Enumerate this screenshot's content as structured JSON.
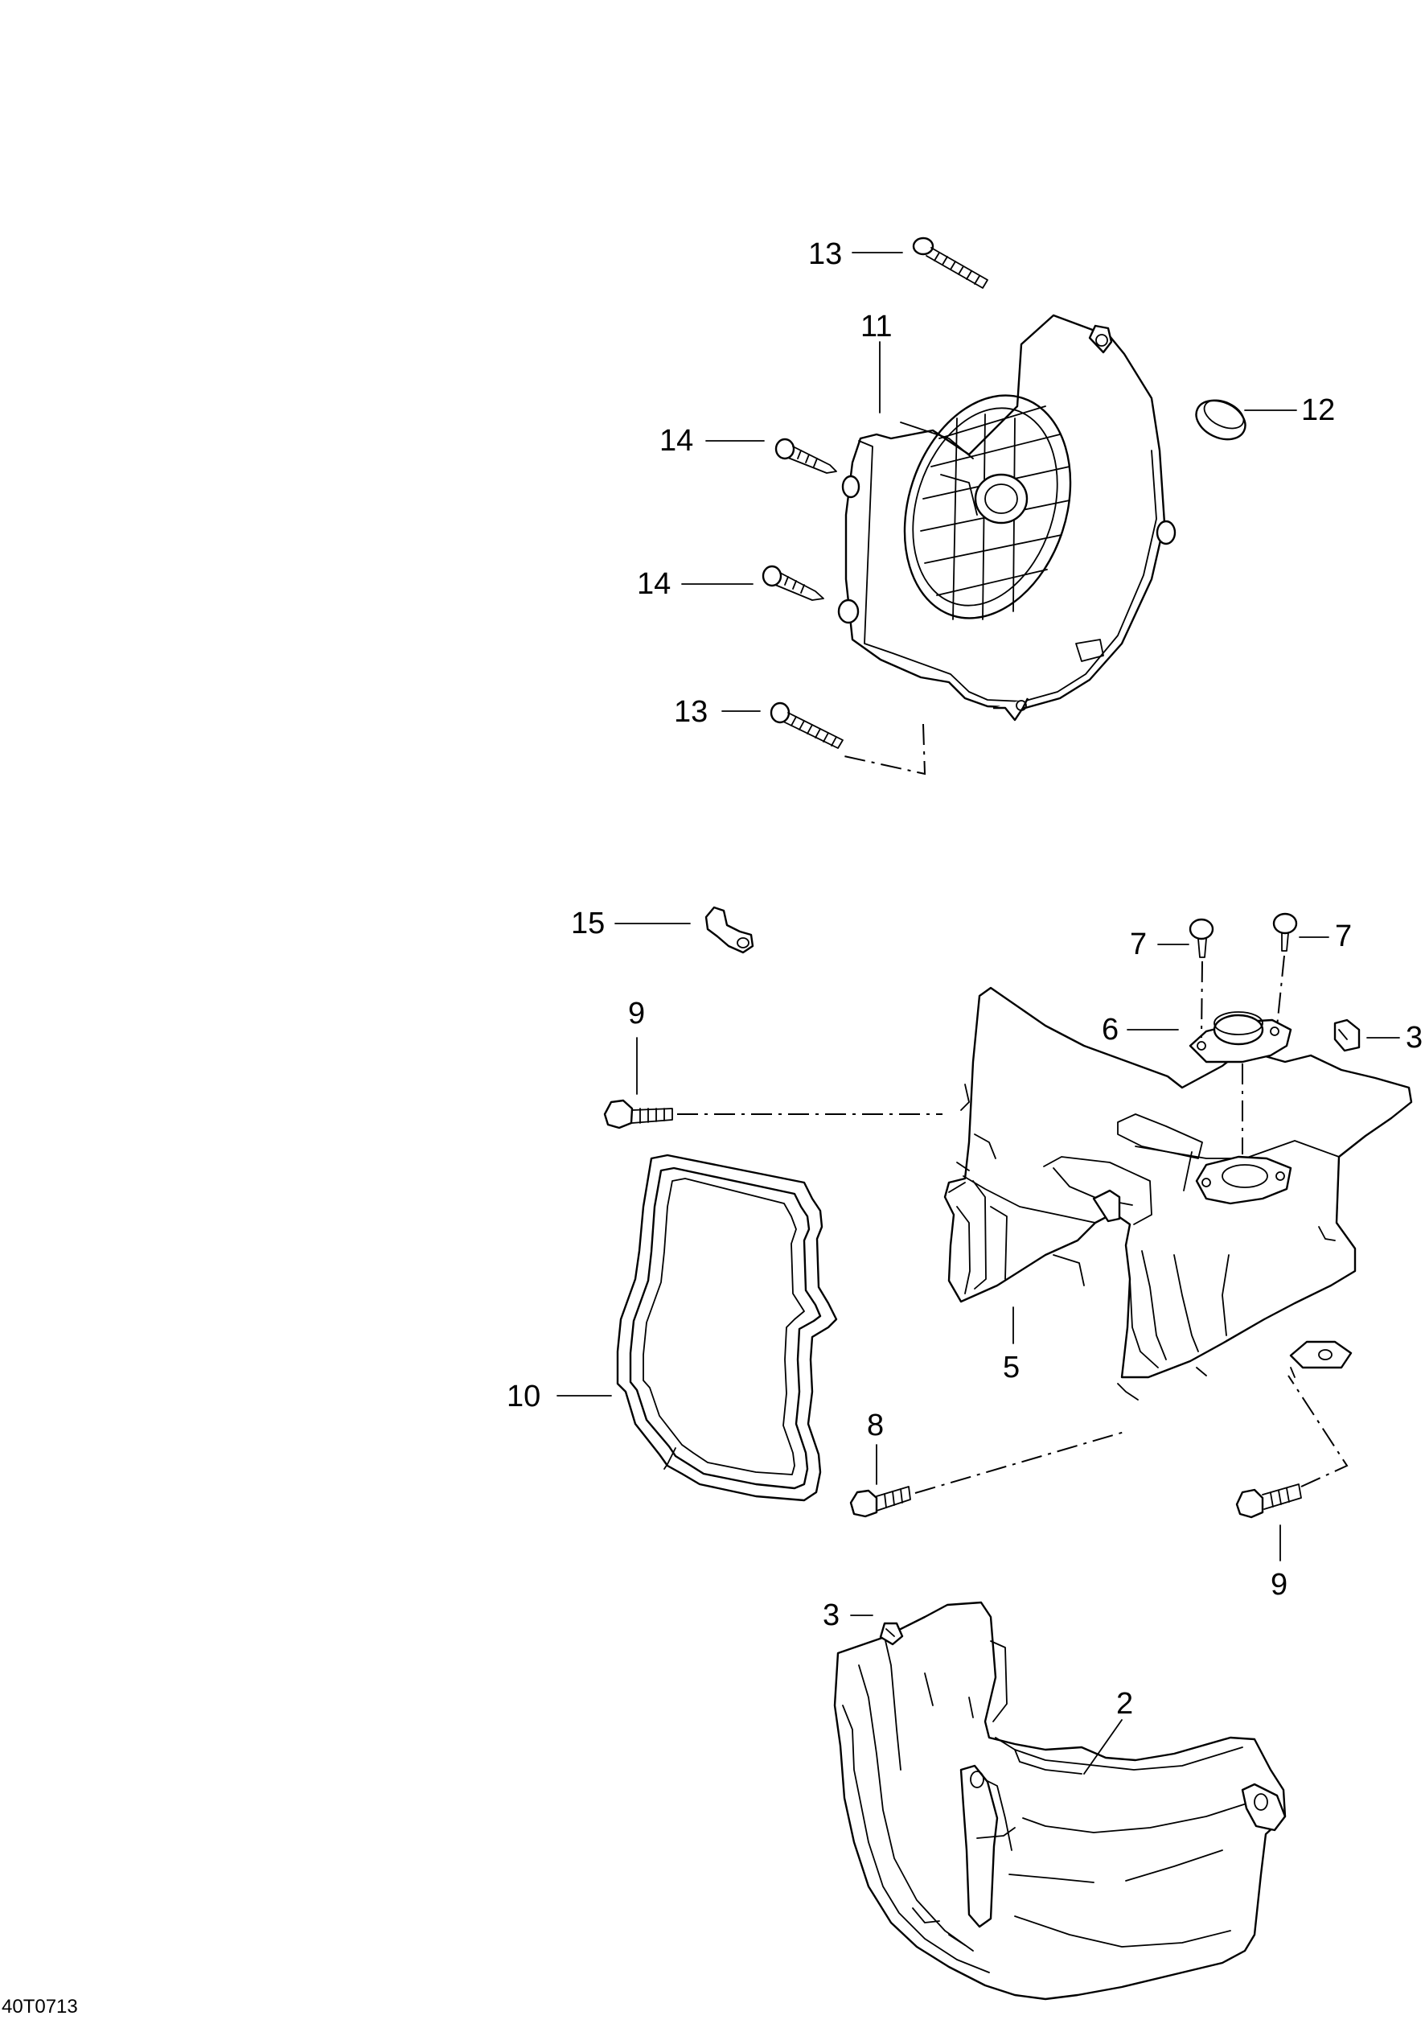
{
  "diagram_code": "40T0713",
  "callouts": {
    "c2": "2",
    "c3_top": "3",
    "c3_bottom": "3",
    "c5": "5",
    "c6": "6",
    "c7_left": "7",
    "c7_right": "7",
    "c8": "8",
    "c9_top": "9",
    "c9_bottom": "9",
    "c10": "10",
    "c11": "11",
    "c12": "12",
    "c13_top": "13",
    "c13_bottom": "13",
    "c14_top": "14",
    "c14_bottom": "14",
    "c15": "15"
  }
}
